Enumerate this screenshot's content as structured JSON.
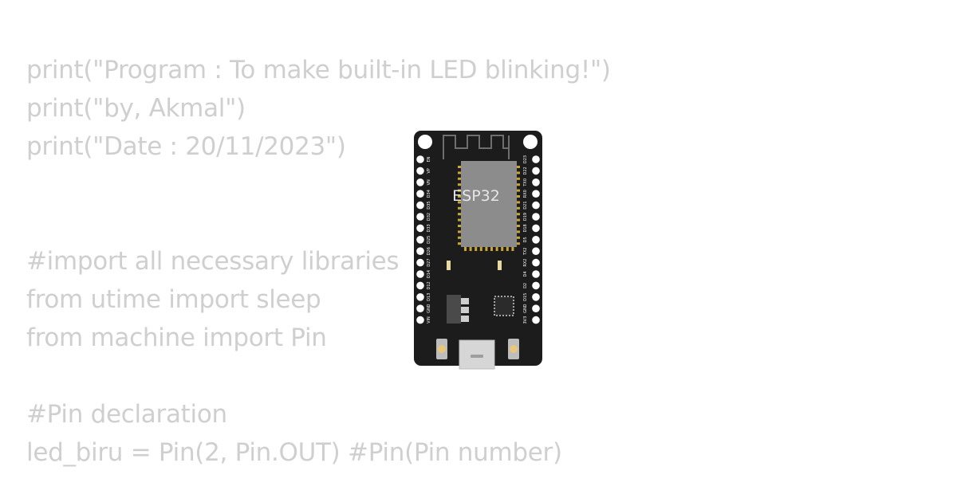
{
  "code": [
    "print(\"Program : To make built-in LED blinking!\")",
    "print(\"by, Akmal\")",
    "print(\"Date : 20/11/2023\")",
    "#import all necessary libraries",
    "from utime import sleep",
    "from machine import Pin",
    "#Pin declaration",
    "led_biru = Pin(2, Pin.OUT) #Pin(Pin number)"
  ],
  "board": {
    "chip_label": "ESP32",
    "left_pins": [
      "EN",
      "VP",
      "VN",
      "D34",
      "D35",
      "D32",
      "D33",
      "D25",
      "D26",
      "D27",
      "D14",
      "D12",
      "D13",
      "GND",
      "VIN"
    ],
    "right_pins": [
      "D23",
      "D22",
      "TX0",
      "RX0",
      "D21",
      "D19",
      "D18",
      "D5",
      "TX2",
      "RX2",
      "D4",
      "D2",
      "D15",
      "GND",
      "3V3"
    ],
    "colors": {
      "pcb": "#1c1c1c",
      "chip": "#8c8c8c",
      "pad": "#c9a634",
      "hole": "#ffffff"
    }
  }
}
